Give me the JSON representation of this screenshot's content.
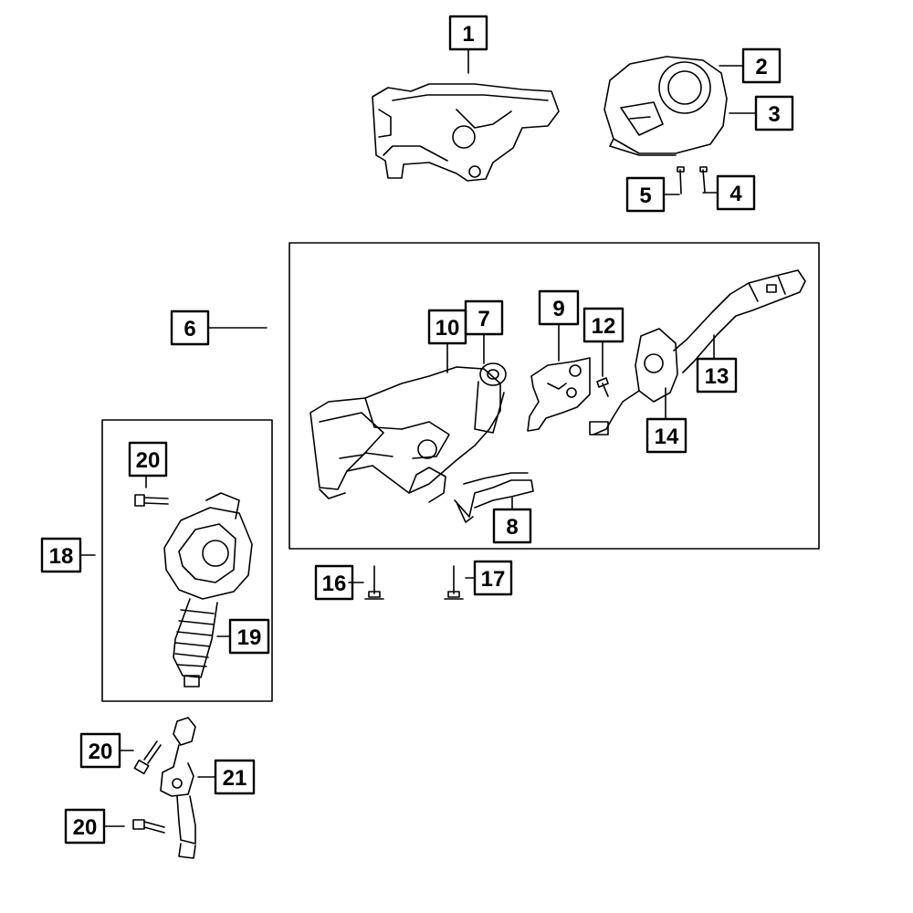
{
  "diagram": {
    "callouts": {
      "c1": "1",
      "c2": "2",
      "c3": "3",
      "c4": "4",
      "c5": "5",
      "c6": "6",
      "c7": "7",
      "c8": "8",
      "c9": "9",
      "c10": "10",
      "c12": "12",
      "c13": "13",
      "c14": "14",
      "c16": "16",
      "c17": "17",
      "c18": "18",
      "c19": "19",
      "c20a": "20",
      "c20b": "20",
      "c20c": "20",
      "c21": "21"
    }
  },
  "colors": {
    "line": "#000000",
    "background": "#ffffff"
  }
}
